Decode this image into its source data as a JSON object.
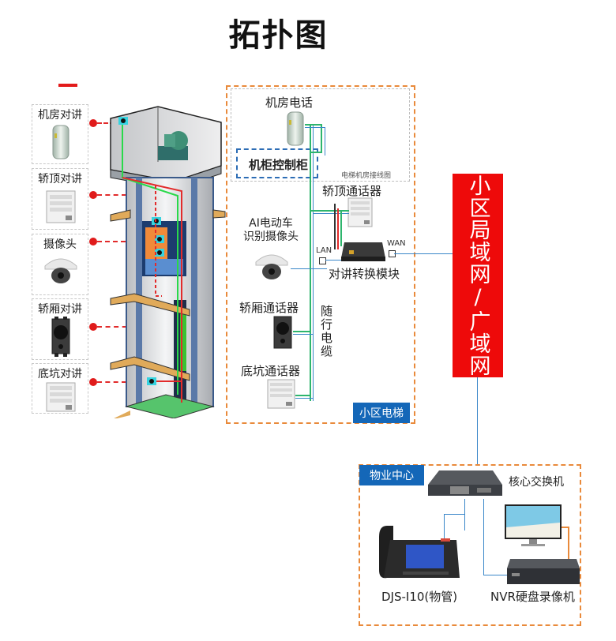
{
  "page": {
    "title": "拓扑图"
  },
  "elevator_side": {
    "devices": [
      {
        "label": "机房对讲",
        "icon": "machine-room-intercom-icon"
      },
      {
        "label": "轿顶对讲",
        "icon": "car-top-intercom-icon"
      },
      {
        "label": "摄像头",
        "icon": "dome-camera-icon"
      },
      {
        "label": "轿厢对讲",
        "icon": "car-intercom-icon"
      },
      {
        "label": "底坑对讲",
        "icon": "pit-intercom-icon"
      }
    ]
  },
  "elevator_region": {
    "tag": "小区电梯",
    "machine_room_box_caption": "电梯机房接线图",
    "machine_room_phone": "机房电话",
    "cabinet_label": "机柜控制柜",
    "car_top_device": "轿顶通话器",
    "ai_camera_label_line1": "AI电动车",
    "ai_camera_label_line2": "识别摄像头",
    "lan_label": "LAN",
    "wan_label": "WAN",
    "converter_label": "对讲转换模块",
    "car_device": "轿厢通话器",
    "pit_device": "底坑通话器",
    "cable_label": "随行电缆"
  },
  "network": {
    "label": "小区局域网/广域网",
    "color": "#ee0a0a"
  },
  "property_center": {
    "tag": "物业中心",
    "core_switch": "核心交换机",
    "phone_model": "DJS-I10(物管)",
    "nvr_label": "NVR硬盘录像机"
  },
  "colors": {
    "accent_blue": "#1467b8",
    "dashed_orange": "#e98a3b",
    "wire_green": "#2eb56d",
    "wire_blue": "#3a87c9",
    "wire_red": "#e22b2b"
  }
}
